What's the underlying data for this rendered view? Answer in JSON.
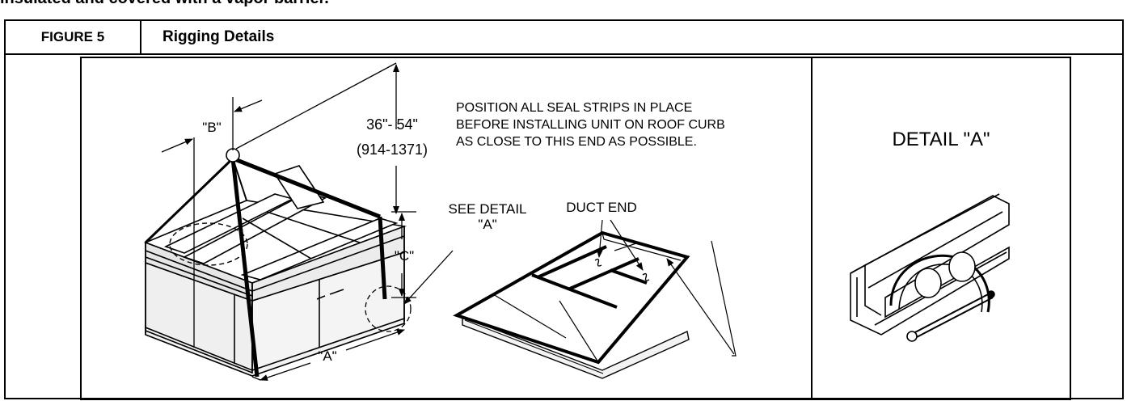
{
  "top_fragment": "insulated and covered with a vapor barrier.",
  "figure": {
    "number_label": "FIGURE 5",
    "title": "Rigging Details"
  },
  "labels": {
    "dim_b": "\"B\"",
    "dim_height": "36\"- 54\"",
    "dim_height_mm": "(914-1371)",
    "dim_c": "\"C\"",
    "dim_a": "\"A\"",
    "see_detail_line1": "SEE DETAIL",
    "see_detail_line2": "\"A\"",
    "duct_end": "DUCT END",
    "note_line1": "POSITION ALL SEAL STRIPS IN PLACE",
    "note_line2": "BEFORE INSTALLING UNIT ON ROOF CURB",
    "note_line3": "AS CLOSE TO THIS END AS POSSIBLE.",
    "detail_title": "DETAIL \"A\""
  }
}
